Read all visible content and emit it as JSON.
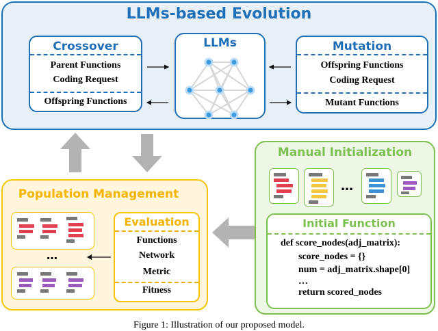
{
  "evolution": {
    "title": "LLMs-based Evolution",
    "crossover": {
      "title": "Crossover",
      "inputs": [
        "Parent Functions",
        "Coding Request"
      ],
      "output": "Offspring Functions"
    },
    "llms": {
      "title": "LLMs"
    },
    "mutation": {
      "title": "Mutation",
      "inputs": [
        "Offspring Functions",
        "Coding Request"
      ],
      "output": "Mutant Functions"
    }
  },
  "manual": {
    "title": "Manual Initialization",
    "ellipsis": "…",
    "initial_function": {
      "title": "Initial Function",
      "code": [
        "def score_nodes(adj_matrix):",
        "score_nodes = {}",
        "num = adj_matrix.shape[0]",
        "…",
        "return scored_nodes"
      ]
    }
  },
  "population": {
    "title": "Population Management",
    "ellipsis": "…",
    "evaluation": {
      "title": "Evaluation",
      "items": [
        "Functions",
        "Network",
        "Metric"
      ],
      "output": "Fitness"
    }
  },
  "caption": "Figure 1: Illustration of our proposed model.",
  "colors": {
    "blue": "#1f6fb8",
    "green": "#7cc04f",
    "yellow": "#f5c400",
    "gray_arrow": "#b3b3b3",
    "red": "#e04050",
    "purple": "#9b59c0",
    "orange": "#f07830",
    "sky": "#3d8fd6",
    "gold": "#f5c842"
  }
}
